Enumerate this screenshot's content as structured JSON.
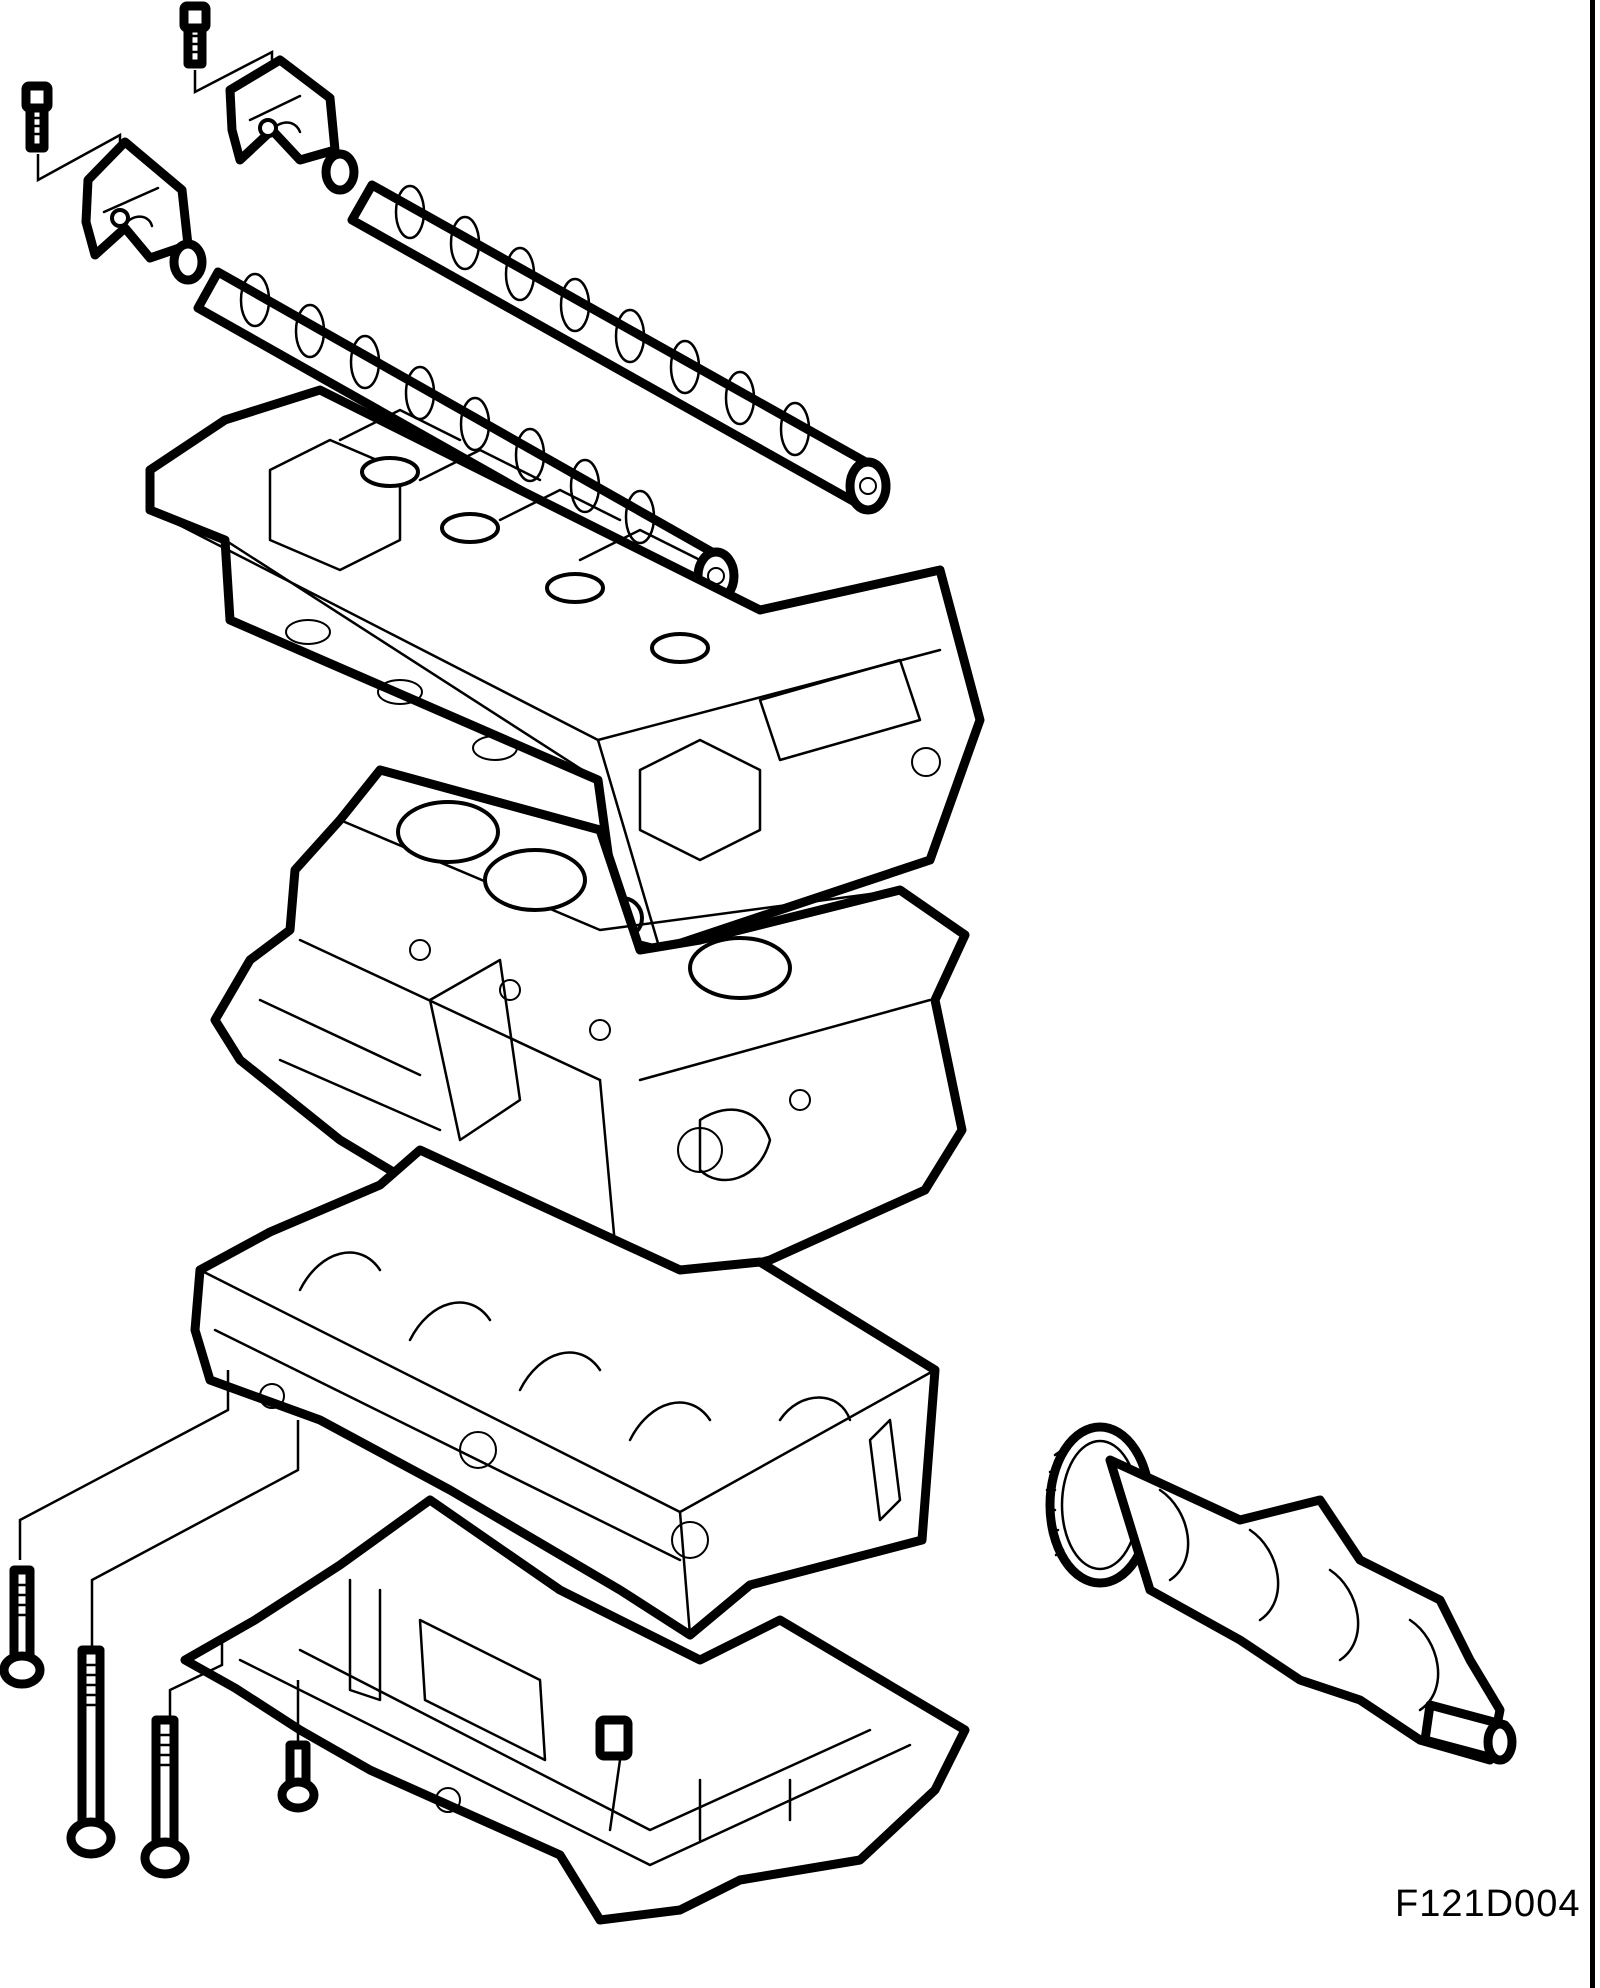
{
  "figure": {
    "code": "F121D004"
  },
  "parts": [
    {
      "id": "camshaft-cap-rear",
      "icon": "bearing-cap"
    },
    {
      "id": "camshaft-cap-front",
      "icon": "bearing-cap"
    },
    {
      "id": "camshaft-upper",
      "icon": "camshaft"
    },
    {
      "id": "camshaft-lower",
      "icon": "camshaft"
    },
    {
      "id": "cylinder-head",
      "icon": "cylinder-head"
    },
    {
      "id": "cylinder-block",
      "icon": "engine-block"
    },
    {
      "id": "bedplate",
      "icon": "bedplate"
    },
    {
      "id": "oil-pan",
      "icon": "oil-pan"
    },
    {
      "id": "crankshaft",
      "icon": "crankshaft"
    },
    {
      "id": "bolts",
      "icon": "bolt"
    }
  ]
}
